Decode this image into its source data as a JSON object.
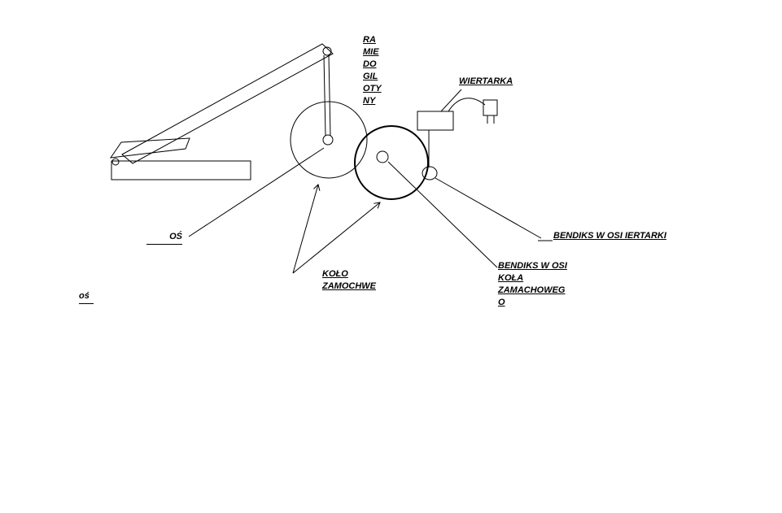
{
  "diagram": {
    "title": "Guillotine drive mechanism sketch",
    "colors": {
      "ink": "#000000",
      "background": "#ffffff"
    },
    "labels": {
      "ramie": {
        "lines": [
          "RA",
          "MIE",
          "DO",
          "GIL",
          "OTY",
          "NY"
        ]
      },
      "wiertarka": {
        "text": "WIERTARKA"
      },
      "os_main": {
        "text": "OŚ"
      },
      "os_small": {
        "text": "oś"
      },
      "kolo": {
        "lines": [
          "KOŁO",
          "ZAMOCHWE"
        ]
      },
      "bendiks_wiertarki": {
        "text": "BENDIKS W OSI IERTARKI"
      },
      "bendiks_kola": {
        "lines": [
          "BENDIKS W OSI",
          "KOŁA",
          "ZAMACHOWEG",
          "O"
        ]
      }
    }
  }
}
